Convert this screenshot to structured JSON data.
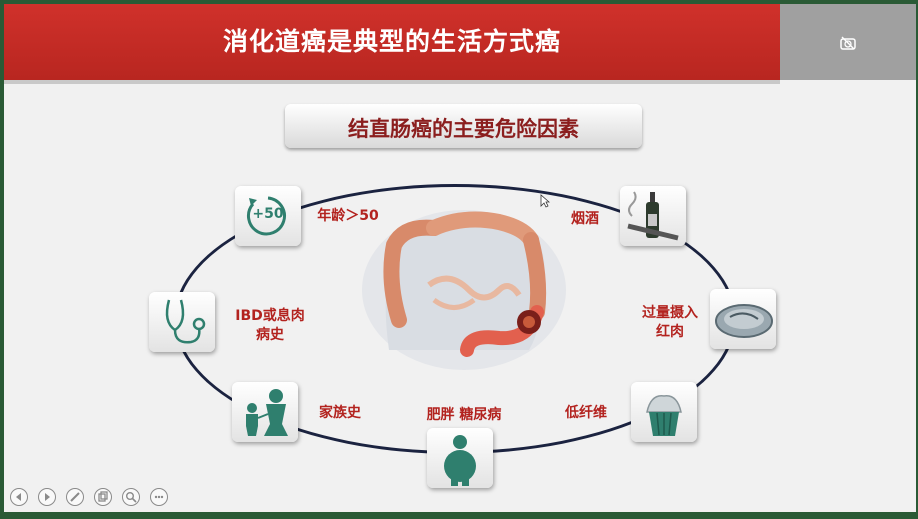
{
  "slide": {
    "title": "消化道癌是典型的生活方式癌",
    "subtitle": "结直肠癌的主要危险因素"
  },
  "risk_factors": {
    "age": "年龄＞50",
    "age_badge": "+50",
    "smoking_alcohol": "烟酒",
    "ibd_line1": "IBD或息肉",
    "ibd_line2": "病史",
    "red_meat_line1": "过量摄入",
    "red_meat_line2": "红肉",
    "family": "家族史",
    "obesity": "肥胖  糖尿病",
    "low_fiber": "低纤维"
  },
  "colors": {
    "title_red": "#c42b25",
    "label_red": "#b3231f",
    "icon_teal": "#2f7f6e",
    "ellipse": "#1b2340"
  },
  "toolbar": {
    "buttons": [
      "prev-icon",
      "next-icon",
      "pen-icon",
      "copy-icon",
      "zoom-icon",
      "more-icon"
    ]
  }
}
